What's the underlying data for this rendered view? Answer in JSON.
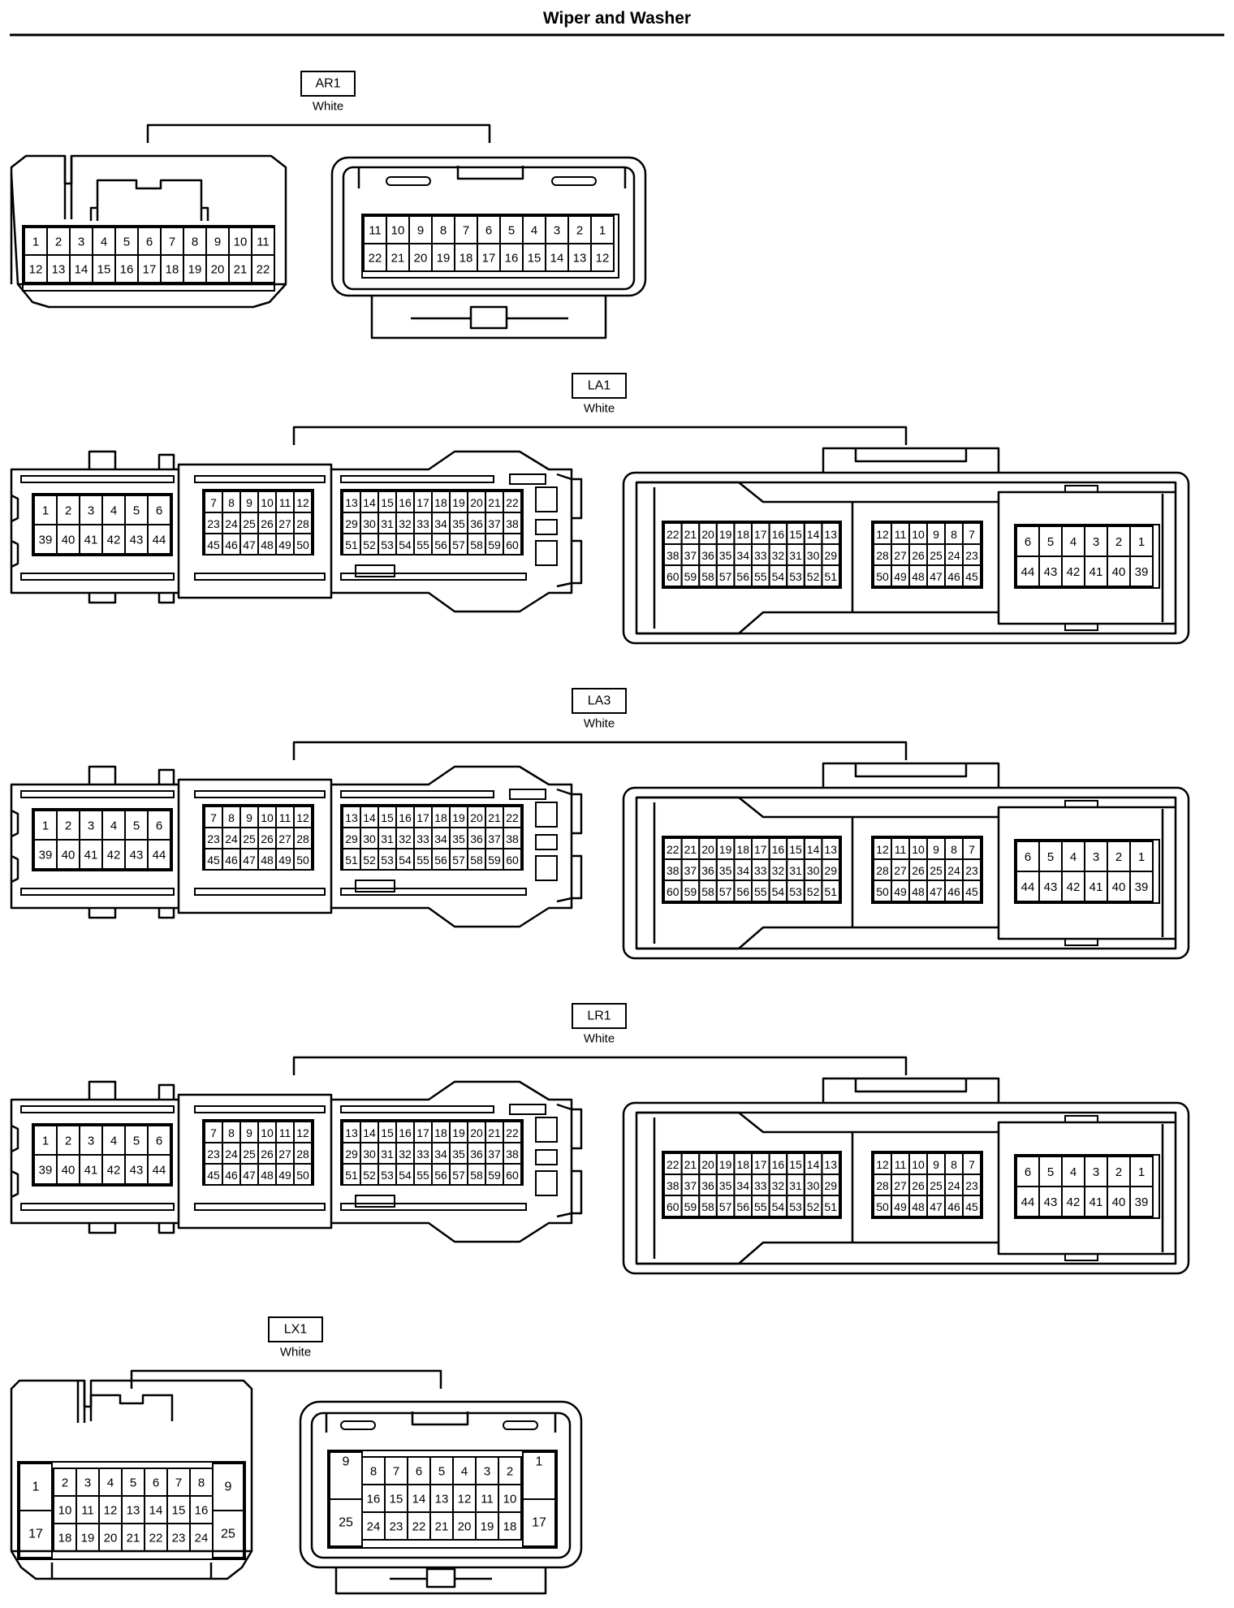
{
  "title": "Wiper and Washer",
  "connectors": [
    {
      "id": "AR1",
      "color": "White",
      "style": "small",
      "male_rows": [
        [
          "1",
          "2",
          "3",
          "4",
          "5",
          "6",
          "7",
          "8",
          "9",
          "10",
          "11"
        ],
        [
          "12",
          "13",
          "14",
          "15",
          "16",
          "17",
          "18",
          "19",
          "20",
          "21",
          "22"
        ]
      ],
      "female_rows": [
        [
          "11",
          "10",
          "9",
          "8",
          "7",
          "6",
          "5",
          "4",
          "3",
          "2",
          "1"
        ],
        [
          "22",
          "21",
          "20",
          "19",
          "18",
          "17",
          "16",
          "15",
          "14",
          "13",
          "12"
        ]
      ]
    },
    {
      "id": "LA1",
      "color": "White",
      "style": "ecu",
      "male_blocks": [
        [
          [
            "1",
            "2",
            "3",
            "4",
            "5",
            "6"
          ],
          [
            "39",
            "40",
            "41",
            "42",
            "43",
            "44"
          ]
        ],
        [
          [
            "7",
            "8",
            "9",
            "10",
            "11",
            "12"
          ],
          [
            "23",
            "24",
            "25",
            "26",
            "27",
            "28"
          ],
          [
            "45",
            "46",
            "47",
            "48",
            "49",
            "50"
          ]
        ],
        [
          [
            "13",
            "14",
            "15",
            "16",
            "17",
            "18",
            "19",
            "20",
            "21",
            "22"
          ],
          [
            "29",
            "30",
            "31",
            "32",
            "33",
            "34",
            "35",
            "36",
            "37",
            "38"
          ],
          [
            "51",
            "52",
            "53",
            "54",
            "55",
            "56",
            "57",
            "58",
            "59",
            "60"
          ]
        ]
      ],
      "female_blocks": [
        [
          [
            "22",
            "21",
            "20",
            "19",
            "18",
            "17",
            "16",
            "15",
            "14",
            "13"
          ],
          [
            "38",
            "37",
            "36",
            "35",
            "34",
            "33",
            "32",
            "31",
            "30",
            "29"
          ],
          [
            "60",
            "59",
            "58",
            "57",
            "56",
            "55",
            "54",
            "53",
            "52",
            "51"
          ]
        ],
        [
          [
            "12",
            "11",
            "10",
            "9",
            "8",
            "7"
          ],
          [
            "28",
            "27",
            "26",
            "25",
            "24",
            "23"
          ],
          [
            "50",
            "49",
            "48",
            "47",
            "46",
            "45"
          ]
        ],
        [
          [
            "6",
            "5",
            "4",
            "3",
            "2",
            "1"
          ],
          [
            "44",
            "43",
            "42",
            "41",
            "40",
            "39"
          ]
        ]
      ]
    },
    {
      "id": "LA3",
      "color": "White",
      "style": "ecu",
      "male_blocks": [
        [
          [
            "1",
            "2",
            "3",
            "4",
            "5",
            "6"
          ],
          [
            "39",
            "40",
            "41",
            "42",
            "43",
            "44"
          ]
        ],
        [
          [
            "7",
            "8",
            "9",
            "10",
            "11",
            "12"
          ],
          [
            "23",
            "24",
            "25",
            "26",
            "27",
            "28"
          ],
          [
            "45",
            "46",
            "47",
            "48",
            "49",
            "50"
          ]
        ],
        [
          [
            "13",
            "14",
            "15",
            "16",
            "17",
            "18",
            "19",
            "20",
            "21",
            "22"
          ],
          [
            "29",
            "30",
            "31",
            "32",
            "33",
            "34",
            "35",
            "36",
            "37",
            "38"
          ],
          [
            "51",
            "52",
            "53",
            "54",
            "55",
            "56",
            "57",
            "58",
            "59",
            "60"
          ]
        ]
      ],
      "female_blocks": [
        [
          [
            "22",
            "21",
            "20",
            "19",
            "18",
            "17",
            "16",
            "15",
            "14",
            "13"
          ],
          [
            "38",
            "37",
            "36",
            "35",
            "34",
            "33",
            "32",
            "31",
            "30",
            "29"
          ],
          [
            "60",
            "59",
            "58",
            "57",
            "56",
            "55",
            "54",
            "53",
            "52",
            "51"
          ]
        ],
        [
          [
            "12",
            "11",
            "10",
            "9",
            "8",
            "7"
          ],
          [
            "28",
            "27",
            "26",
            "25",
            "24",
            "23"
          ],
          [
            "50",
            "49",
            "48",
            "47",
            "46",
            "45"
          ]
        ],
        [
          [
            "6",
            "5",
            "4",
            "3",
            "2",
            "1"
          ],
          [
            "44",
            "43",
            "42",
            "41",
            "40",
            "39"
          ]
        ]
      ]
    },
    {
      "id": "LR1",
      "color": "White",
      "style": "ecu",
      "male_blocks": [
        [
          [
            "1",
            "2",
            "3",
            "4",
            "5",
            "6"
          ],
          [
            "39",
            "40",
            "41",
            "42",
            "43",
            "44"
          ]
        ],
        [
          [
            "7",
            "8",
            "9",
            "10",
            "11",
            "12"
          ],
          [
            "23",
            "24",
            "25",
            "26",
            "27",
            "28"
          ],
          [
            "45",
            "46",
            "47",
            "48",
            "49",
            "50"
          ]
        ],
        [
          [
            "13",
            "14",
            "15",
            "16",
            "17",
            "18",
            "19",
            "20",
            "21",
            "22"
          ],
          [
            "29",
            "30",
            "31",
            "32",
            "33",
            "34",
            "35",
            "36",
            "37",
            "38"
          ],
          [
            "51",
            "52",
            "53",
            "54",
            "55",
            "56",
            "57",
            "58",
            "59",
            "60"
          ]
        ]
      ],
      "female_blocks": [
        [
          [
            "22",
            "21",
            "20",
            "19",
            "18",
            "17",
            "16",
            "15",
            "14",
            "13"
          ],
          [
            "38",
            "37",
            "36",
            "35",
            "34",
            "33",
            "32",
            "31",
            "30",
            "29"
          ],
          [
            "60",
            "59",
            "58",
            "57",
            "56",
            "55",
            "54",
            "53",
            "52",
            "51"
          ]
        ],
        [
          [
            "12",
            "11",
            "10",
            "9",
            "8",
            "7"
          ],
          [
            "28",
            "27",
            "26",
            "25",
            "24",
            "23"
          ],
          [
            "50",
            "49",
            "48",
            "47",
            "46",
            "45"
          ]
        ],
        [
          [
            "6",
            "5",
            "4",
            "3",
            "2",
            "1"
          ],
          [
            "44",
            "43",
            "42",
            "41",
            "40",
            "39"
          ]
        ]
      ]
    },
    {
      "id": "LX1",
      "color": "White",
      "style": "large",
      "male": {
        "left": [
          "1",
          "17"
        ],
        "rows": [
          [
            "2",
            "3",
            "4",
            "5",
            "6",
            "7",
            "8"
          ],
          [
            "10",
            "11",
            "12",
            "13",
            "14",
            "15",
            "16"
          ],
          [
            "18",
            "19",
            "20",
            "21",
            "22",
            "23",
            "24"
          ]
        ],
        "right": [
          "9",
          "25"
        ]
      },
      "female": {
        "left": [
          "9",
          "25"
        ],
        "rows": [
          [
            "8",
            "7",
            "6",
            "5",
            "4",
            "3",
            "2"
          ],
          [
            "16",
            "15",
            "14",
            "13",
            "12",
            "11",
            "10"
          ],
          [
            "24",
            "23",
            "22",
            "21",
            "20",
            "19",
            "18"
          ]
        ],
        "right": [
          "1",
          "17"
        ]
      }
    }
  ]
}
